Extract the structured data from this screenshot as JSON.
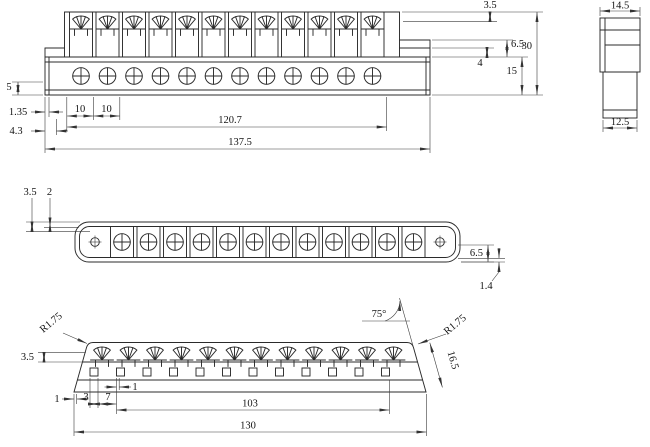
{
  "drawing": {
    "views": {
      "front": {
        "dims": {
          "lip_3_5": "3.5",
          "step_6_5": "6.5",
          "step_4": "4",
          "height_30": "30",
          "height_15": "15",
          "left_5": "5",
          "wall_1_35": "1.35",
          "pitch_left": "10",
          "pitch_right": "10",
          "offset_4_3": "4.3",
          "span_120_7": "120.7",
          "width_137_5": "137.5"
        }
      },
      "side": {
        "dims": {
          "width_top": "14.5",
          "width_bottom": "12.5"
        }
      },
      "plan": {
        "dims": {
          "end_3_5": "3.5",
          "end_2": "2",
          "right_6_5": "6.5",
          "wall_1_4": "1.4"
        }
      },
      "bottom": {
        "dims": {
          "radius_left": "R1.75",
          "angle_75": "75°",
          "radius_right": "R1.75",
          "slant_16_5": "16.5",
          "left_3_5": "3.5",
          "d1_left": "1",
          "d3": "3",
          "d7": "7",
          "d1_mid": "1",
          "span_103": "103",
          "width_130": "130"
        }
      }
    }
  }
}
